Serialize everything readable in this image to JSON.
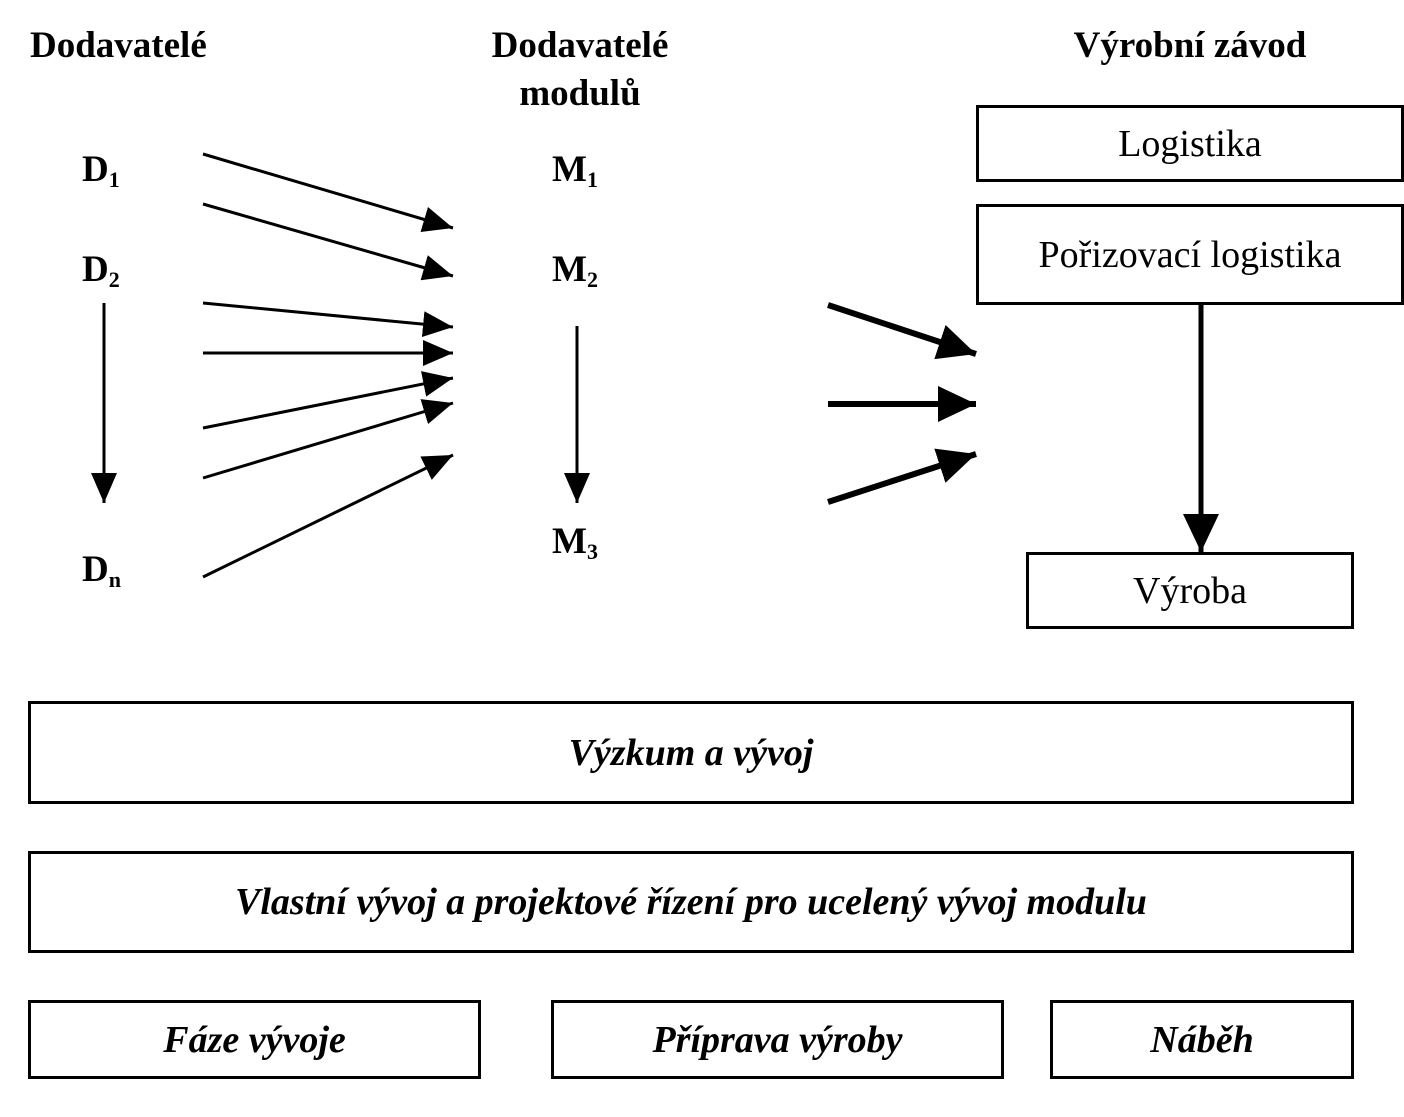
{
  "headers": {
    "suppliers": "Dodavatelé",
    "module_suppliers_line1": "Dodavatelé",
    "module_suppliers_line2": "modulů",
    "plant": "Výrobní závod"
  },
  "suppliers": [
    {
      "letter": "D",
      "sub": "1"
    },
    {
      "letter": "D",
      "sub": "2"
    },
    {
      "letter": "D",
      "sub": "n"
    }
  ],
  "modules": [
    {
      "letter": "M",
      "sub": "1"
    },
    {
      "letter": "M",
      "sub": "2"
    },
    {
      "letter": "M",
      "sub": "3"
    }
  ],
  "plant_boxes": {
    "logistics": "Logistika",
    "procurement_logistics": "Pořizovací logistika",
    "production": "Výroba"
  },
  "bands": {
    "research": "Výzkum a vývoj",
    "own_development": "Vlastní vývoj a projektové řízení pro ucelený vývoj modulu",
    "phases": [
      "Fáze vývoje",
      "Příprava výroby",
      "Náběh"
    ]
  }
}
